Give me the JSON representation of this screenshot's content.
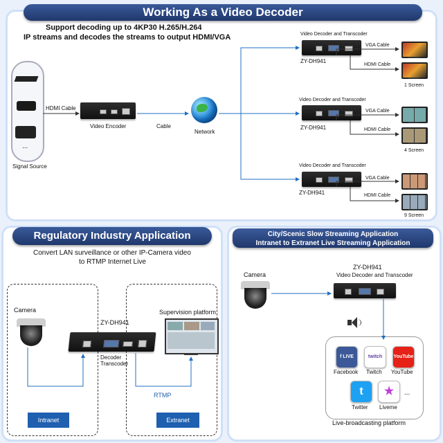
{
  "top": {
    "title": "Working As a Video Decoder",
    "subtitle_line1": "Support decoding up to 4KP30 H.265/H.264",
    "subtitle_line2": "IP streams and decodes the streams to output HDMI/VGA",
    "signal_source": "Signal Source",
    "hdmi_cable": "HDMI Cable",
    "video_encoder": "Video Encoder",
    "cable": "Cable",
    "network": "Network",
    "ellipsis": "...",
    "decoders": [
      {
        "title": "Video Decoder and Transcoder",
        "model": "ZY-DH941",
        "vga": "VGA Cable",
        "hdmi": "HDMI Cable",
        "screens": "1 Screen"
      },
      {
        "title": "Video Decoder and Transcoder",
        "model": "ZY-DH941",
        "vga": "VGA Cable",
        "hdmi": "HDMI Cable",
        "screens": "4 Screen"
      },
      {
        "title": "Video Decoder and Transcoder",
        "model": "ZY-DH941",
        "vga": "VGA Cable",
        "hdmi": "HDMI Cable",
        "screens": "9 Screen"
      }
    ]
  },
  "left": {
    "title": "Regulatory Industry Application",
    "desc_line1": "Convert LAN surveillance or other IP-Camera video",
    "desc_line2": "to RTMP Internet Live",
    "camera": "Camera",
    "model": "ZY-DH941",
    "decoder_line1": "Decoder",
    "decoder_line2": "Transcoder",
    "supervision": "Supervision platform",
    "rtmp": "RTMP",
    "intranet": "Intranet",
    "extranet": "Extranet"
  },
  "right": {
    "title_line1": "City/Scenic Slow Streaming Application",
    "title_line2": "Intranet to Extranet Live Streaming Application",
    "camera": "Camera",
    "model": "ZY-DH941",
    "device_name": "Video Decoder and Transcoder",
    "platforms": [
      {
        "name": "Facebook",
        "logo": "f LIVE",
        "color": "#3b5998"
      },
      {
        "name": "Twitch",
        "logo": "twitch",
        "color": "#6441a5"
      },
      {
        "name": "YouTube",
        "logo": "YouTube",
        "color": "#e62117"
      },
      {
        "name": "Twitter",
        "logo": "t",
        "color": "#1da1f2"
      },
      {
        "name": "Liveme",
        "logo": "★",
        "color": "#c23fd8"
      }
    ],
    "more": "...",
    "caption": "Live-broadcasting platform"
  }
}
